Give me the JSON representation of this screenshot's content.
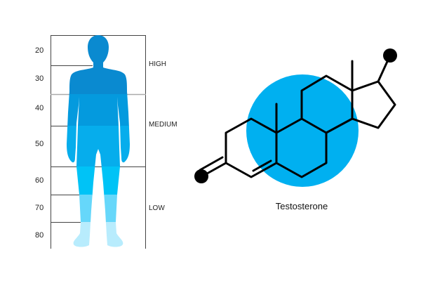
{
  "scale": {
    "age_ticks": [
      "20",
      "30",
      "40",
      "50",
      "60",
      "70",
      "80"
    ],
    "levels": [
      "HIGH",
      "MEDIUM",
      "LOW"
    ]
  },
  "molecule": {
    "name": "Testosterone"
  },
  "colors": {
    "band1": "#0a8ad0",
    "band2": "#049ade",
    "band3": "#06adec",
    "band4": "#00c3f6",
    "band5": "#66d7fa",
    "band6": "#b8ecfd",
    "circle": "#00b0f0",
    "bond": "#000000"
  }
}
